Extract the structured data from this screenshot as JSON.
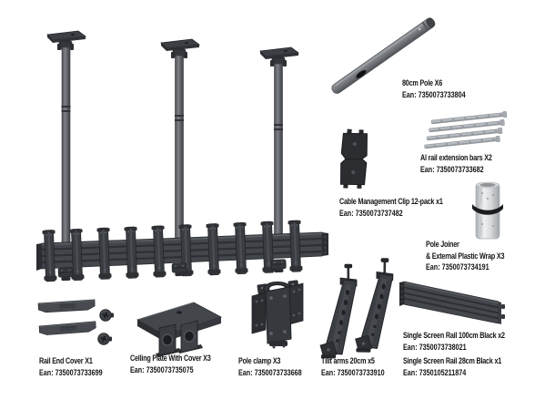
{
  "colors": {
    "background": "#ffffff",
    "hardware_dark": "#3a3d42",
    "hardware_gray": "#797c81",
    "hardware_silver": "#b6bbc1",
    "text": "#141414"
  },
  "products": {
    "pole_80cm": {
      "name": "80cm Pole X6",
      "ean": "Ean: 7350073733804"
    },
    "al_rail_extension_bars": {
      "name": "Al rail extension bars X2",
      "ean": "Ean: 7350073733682"
    },
    "cable_management_clip": {
      "name": "Cable Management Clip 12-pack x1",
      "ean": "Ean: 7350073737482"
    },
    "pole_joiner": {
      "name_line1": "Pole Joiner",
      "name_line2": "& External Plastic Wrap X3",
      "ean": "Ean: 7350073734191"
    },
    "single_screen_rail_100cm": {
      "name": "Single Screen Rail 100cm Black x2",
      "ean": "Ean: 7350073738021"
    },
    "single_screen_rail_28cm": {
      "name": "Single Screen Rail 28cm Black x1",
      "ean": "Ean: 7350105211874"
    },
    "rail_end_cover": {
      "name": "Rail End Cover X1",
      "ean": "Ean: 7350073733699"
    },
    "ceiling_plate": {
      "name": "Celling Plate With Cover X3",
      "ean": "Ean: 7350073735075"
    },
    "pole_clamp": {
      "name": "Pole clamp X3",
      "ean": "Ean: 7350073733668"
    },
    "tilt_arms": {
      "name": "Tilit arms 20cm x5",
      "ean": "Ean: 7350073733910"
    }
  }
}
